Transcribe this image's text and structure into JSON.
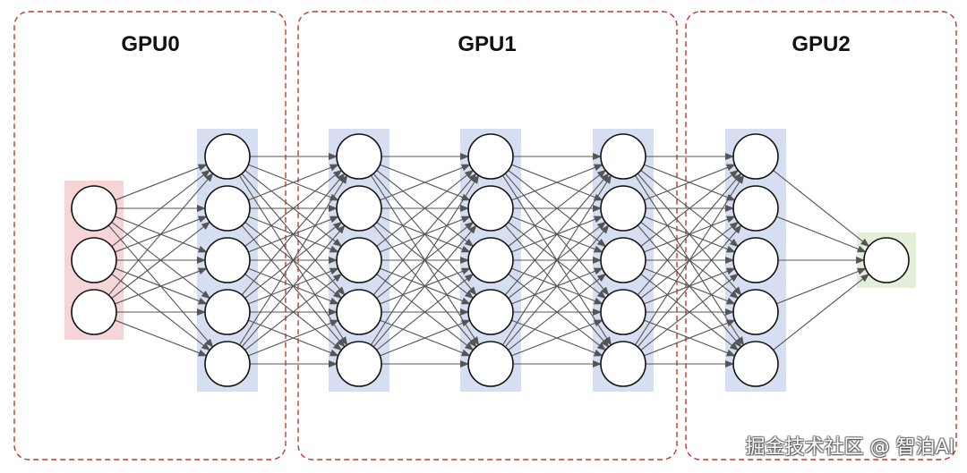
{
  "gpus": [
    {
      "label": "GPU0"
    },
    {
      "label": "GPU1"
    },
    {
      "label": "GPU2"
    }
  ],
  "network": {
    "layer_sizes": [
      3,
      5,
      5,
      5,
      5,
      5,
      1
    ],
    "layer_types": [
      "input",
      "hidden",
      "hidden",
      "hidden",
      "hidden",
      "hidden",
      "output"
    ],
    "fully_connected": true
  },
  "colors": {
    "gpu_border": "#c0392b",
    "input_layer_bg": "#f6d5d8",
    "hidden_layer_bg": "#d6def2",
    "output_layer_bg": "#e4efd9",
    "edge": "#555555"
  },
  "watermark": "掘金技术社区 @ 智泊AI"
}
